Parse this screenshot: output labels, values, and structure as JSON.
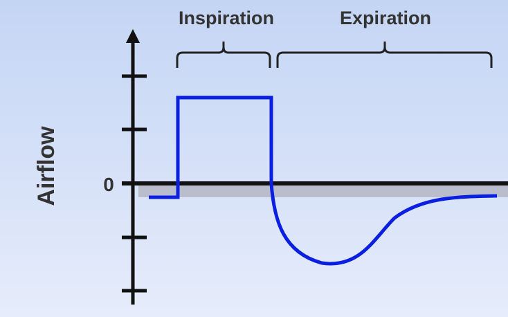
{
  "title_labels": {
    "inspiration": "Inspiration",
    "expiration": "Expiration"
  },
  "axis": {
    "ylabel": "Airflow",
    "zero_label": "0"
  },
  "colors": {
    "waveform": "#0a1fe0",
    "axis": "#111111",
    "shade": "#b5b9c9"
  }
}
